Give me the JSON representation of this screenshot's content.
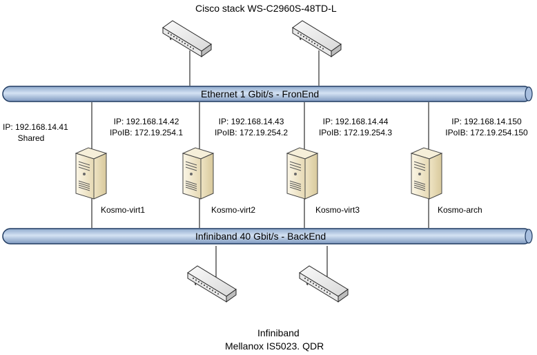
{
  "titles": {
    "ethernet_switch": "Cisco stack WS-C2960S-48TD-L",
    "infiniband_line1": "Infiniband",
    "infiniband_line2": "Mellanox IS5023. QDR"
  },
  "buses": {
    "frontend": "Ethernet 1 Gbit/s - FronEnd",
    "backend": "Infiniband 40 Gbit/s - BackEnd"
  },
  "shared": {
    "ip": "IP: 192.168.14.41",
    "note": "Shared"
  },
  "nodes": [
    {
      "ip": "IP: 192.168.14.42",
      "ipoib": "IPoIB: 172.19.254.1",
      "name": "Kosmo-virt1"
    },
    {
      "ip": "IP: 192.168.14.43",
      "ipoib": "IPoIB: 172.19.254.2",
      "name": "Kosmo-virt2"
    },
    {
      "ip": "IP: 192.168.14.44",
      "ipoib": "IPoIB: 172.19.254.3",
      "name": "Kosmo-virt3"
    },
    {
      "ip": "IP: 192.168.14.150",
      "ipoib": "IPoIB: 172.19.254.150",
      "name": "Kosmo-arch"
    }
  ],
  "colors": {
    "bus_fill": "#b9cde5",
    "bus_stroke": "#1f3a60",
    "server_fill": "#efe6cc",
    "server_dark": "#c8b98e"
  }
}
